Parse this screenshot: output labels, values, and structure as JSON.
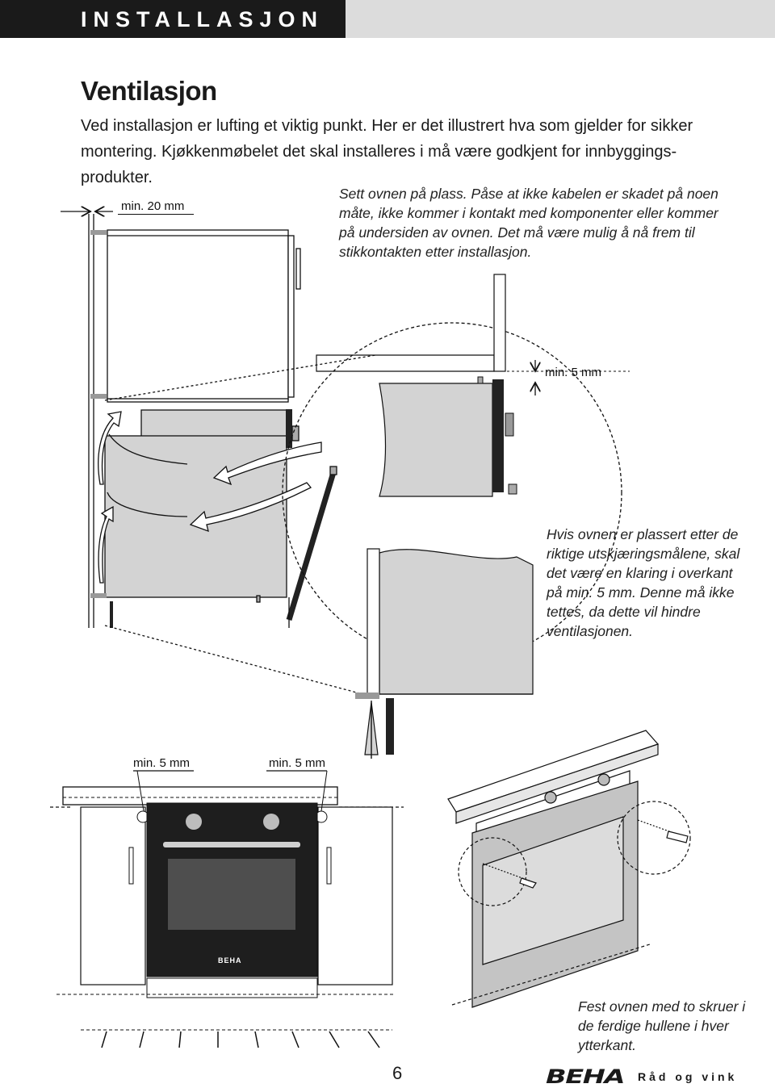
{
  "header": {
    "title": "INSTALLASJON"
  },
  "section": {
    "title": "Ventilasjon",
    "intro": "Ved installasjon er lufting et viktig punkt. Her er det illustrert hva som gjelder for sikker montering. Kjøkkenmøbelet det skal installeres i må være godkjent for innbyggings-produkter."
  },
  "figure_top": {
    "clearance_label": "min. 20 mm",
    "caption": "Sett ovnen på plass. Påse at ikke kabelen er skadet på noen måte, ikke kommer i kontakt med komponenter eller kommer på undersiden av ovnen. Det må være mulig å nå frem til stikkontakten etter installasjon."
  },
  "figure_detail": {
    "clearance_label": "min. 5 mm",
    "caption": "Hvis ovnen er plassert etter de riktige utskjæringsmålene, skal det være en klaring i overkant på min. 5 mm. Denne må ikke tettes, da dette vil hindre ventilasjonen."
  },
  "figure_bottom": {
    "left_clearance_label": "min. 5 mm",
    "right_clearance_label": "min. 5 mm",
    "oven_brand": "BEHA",
    "caption": "Fest ovnen med to skruer i de ferdige hullene i hver ytterkant."
  },
  "footer": {
    "page_number": "6",
    "brand": "BEHA",
    "tagline": "Råd og vink"
  }
}
